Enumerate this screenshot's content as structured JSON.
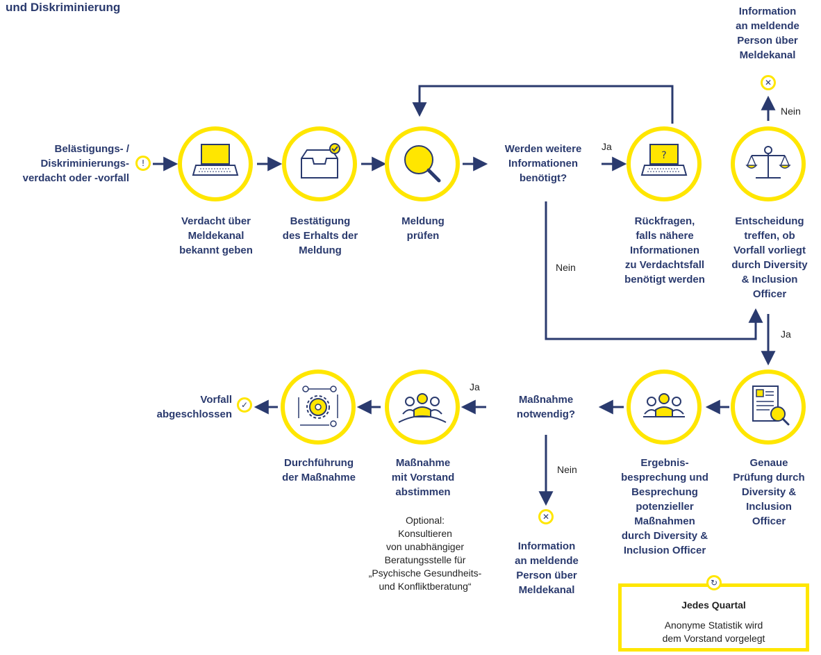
{
  "header": {
    "title": "und Diskriminierung"
  },
  "start": {
    "text": "Belästigungs- /\nDiskriminierungs-\nverdacht oder -vorfall"
  },
  "steps": {
    "report": "Verdacht über\nMeldekanal\nbekannt geben",
    "confirm": "Bestätigung\ndes Erhalts der\nMeldung",
    "review": "Meldung\nprüfen",
    "question_more": "Werden weitere\nInformationen\nbenötigt?",
    "followup": "Rückfragen,\nfalls nähere\nInformationen\nzu Verdachtsfall\nbenötigt werden",
    "decision": "Entscheidung\ntreffen, ob\nVorfall vorliegt\ndurch Diversity\n& Inclusion\nOfficer",
    "info_top": "Information\nan meldende\nPerson über\nMeldekanal",
    "detailed": "Genaue\nPrüfung durch\nDiversity &\nInclusion\nOfficer",
    "discussion": "Ergebnis-\nbesprechung und\nBesprechung\npotenzieller\nMaßnahmen\ndurch Diversity &\nInclusion Officer",
    "question_measure": "Maßnahme\nnotwendig?",
    "info_bottom": "Information\nan meldende\nPerson über\nMeldekanal",
    "align": "Maßnahme\nmit Vorstand\nabstimmen",
    "optional": "Optional:\nKonsultieren\nvon unabhängiger\nBeratungsstelle für\n„Psychische Gesundheits-\nund Konfliktberatung“",
    "execute": "Durchführung\nder Maßnahme",
    "closed": "Vorfall\nabgeschlossen"
  },
  "edges": {
    "yes": "Ja",
    "no": "Nein"
  },
  "quarterly": {
    "title": "Jedes Quartal",
    "text": "Anonyme Statistik wird\ndem Vorstand vorgelegt"
  },
  "icons": {
    "start": "exclamation-icon",
    "laptop": "laptop-icon",
    "inbox": "inbox-check-icon",
    "magnifier": "magnifier-icon",
    "laptop_question": "laptop-question-icon",
    "scales": "scales-icon",
    "document_search": "document-search-icon",
    "meeting": "meeting-icon",
    "process": "process-gear-icon",
    "close": "close-icon",
    "check": "check-icon",
    "refresh": "refresh-icon"
  },
  "colors": {
    "accent": "#ffe600",
    "primary": "#2a3a6e"
  }
}
